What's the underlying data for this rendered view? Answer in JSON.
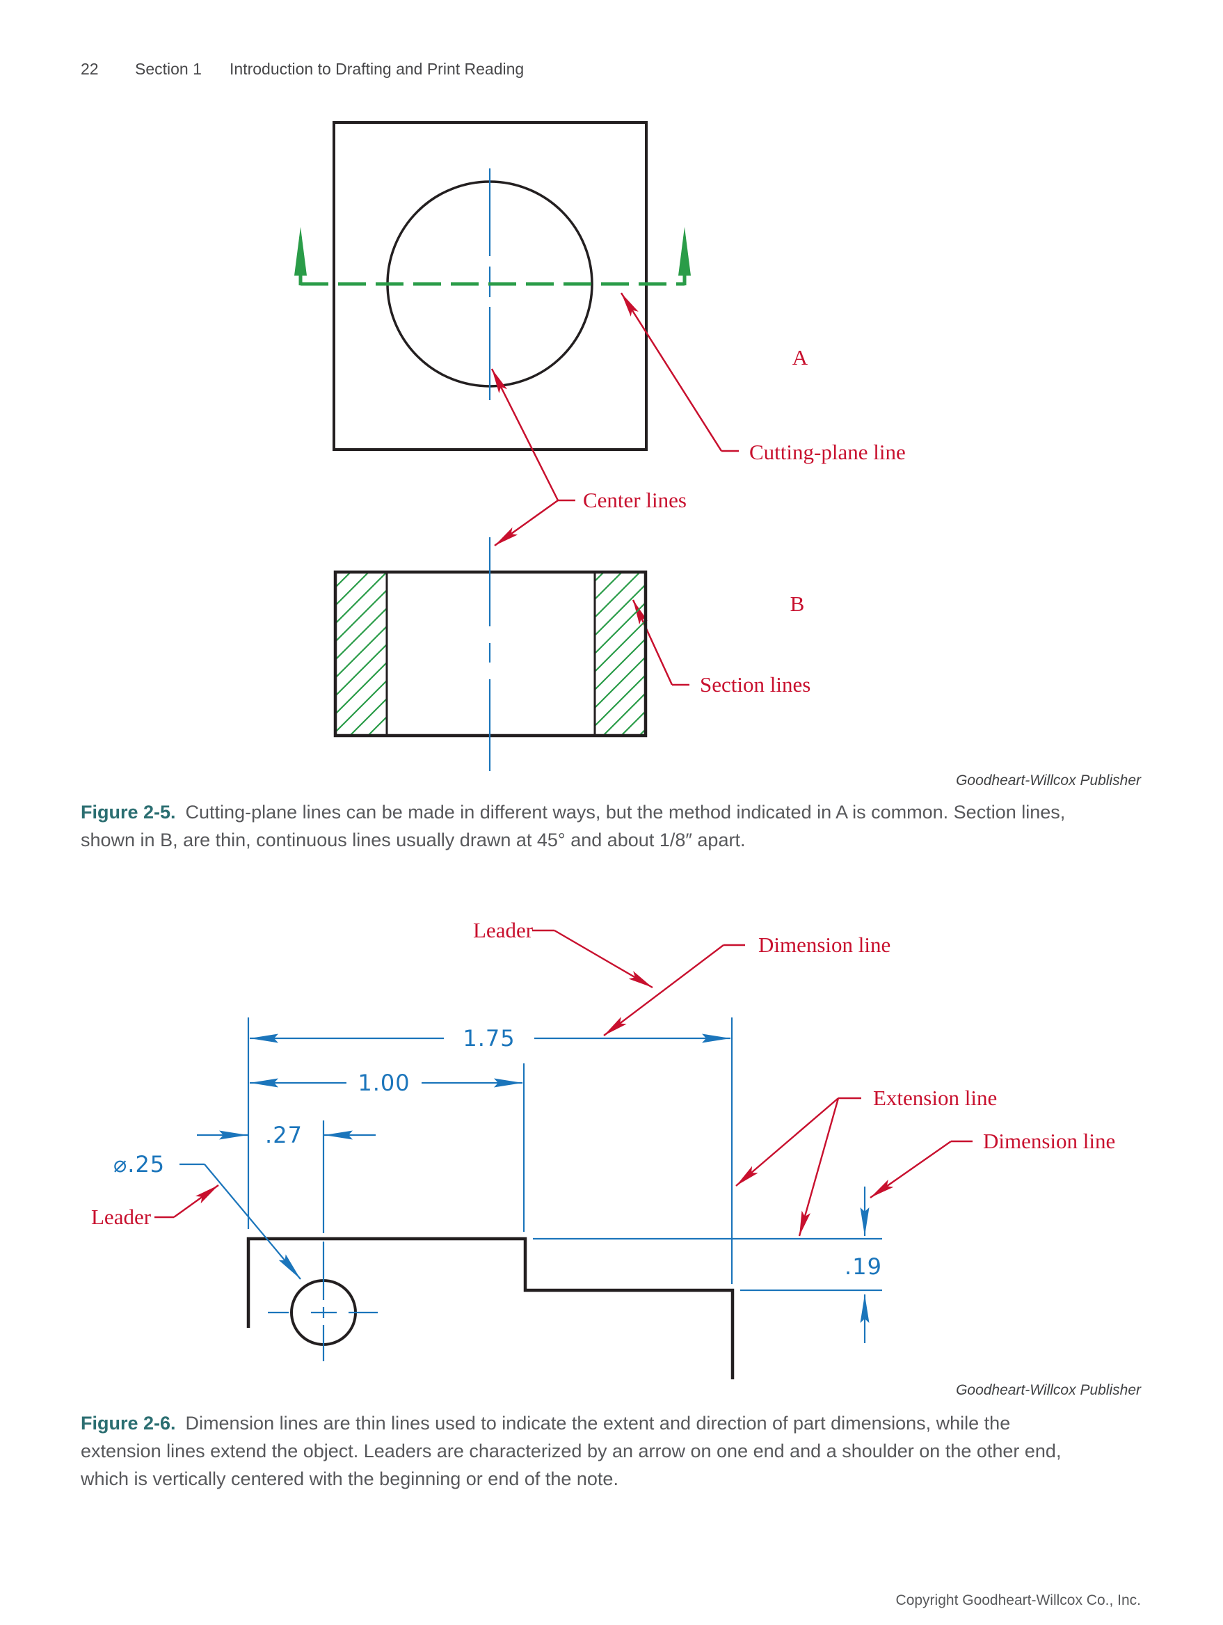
{
  "page": {
    "number": "22",
    "section": "Section 1",
    "title": "Introduction to Drafting and Print Reading",
    "copyright": "Copyright Goodheart-Willcox Co., Inc."
  },
  "fig5": {
    "labels": {
      "a": "A",
      "b": "B",
      "cutting_plane": "Cutting-plane line",
      "center_lines": "Center lines",
      "section_lines": "Section lines"
    },
    "credit": "Goodheart-Willcox Publisher",
    "caption": {
      "label": "Figure 2-5.",
      "line1": "Cutting-plane lines can be made in different ways, but the method indicated in A is common. Section lines,",
      "line2": "shown in B, are thin, continuous lines usually drawn at 45° and about 1/8″ apart."
    }
  },
  "fig6": {
    "dimensions": {
      "overall_width": "1.75",
      "step_width": "1.00",
      "hole_offset": ".27",
      "step_height": ".19",
      "hole_diameter": "⌀.25"
    },
    "labels": {
      "leader_top": "Leader",
      "dimension_line_top": "Dimension line",
      "extension_line": "Extension line",
      "dimension_line_right": "Dimension line",
      "leader_bottom": "Leader"
    },
    "credit": "Goodheart-Willcox Publisher",
    "caption": {
      "label": "Figure 2-6.",
      "line1": "Dimension lines are thin lines used to indicate the extent and direction of part dimensions, while the",
      "line2": "extension lines extend the object. Leaders are characterized by an arrow on one end and a shoulder on the other end,",
      "line3": "which is vertically centered with the beginning or end of the note."
    }
  },
  "colors": {
    "annotation_red": "#c8102e",
    "drafting_blue": "#1b75bb",
    "cutting_plane_green": "#2a9c48",
    "object_black": "#231f20",
    "caption_teal": "#2b6e71",
    "body_gray": "#57585b"
  }
}
